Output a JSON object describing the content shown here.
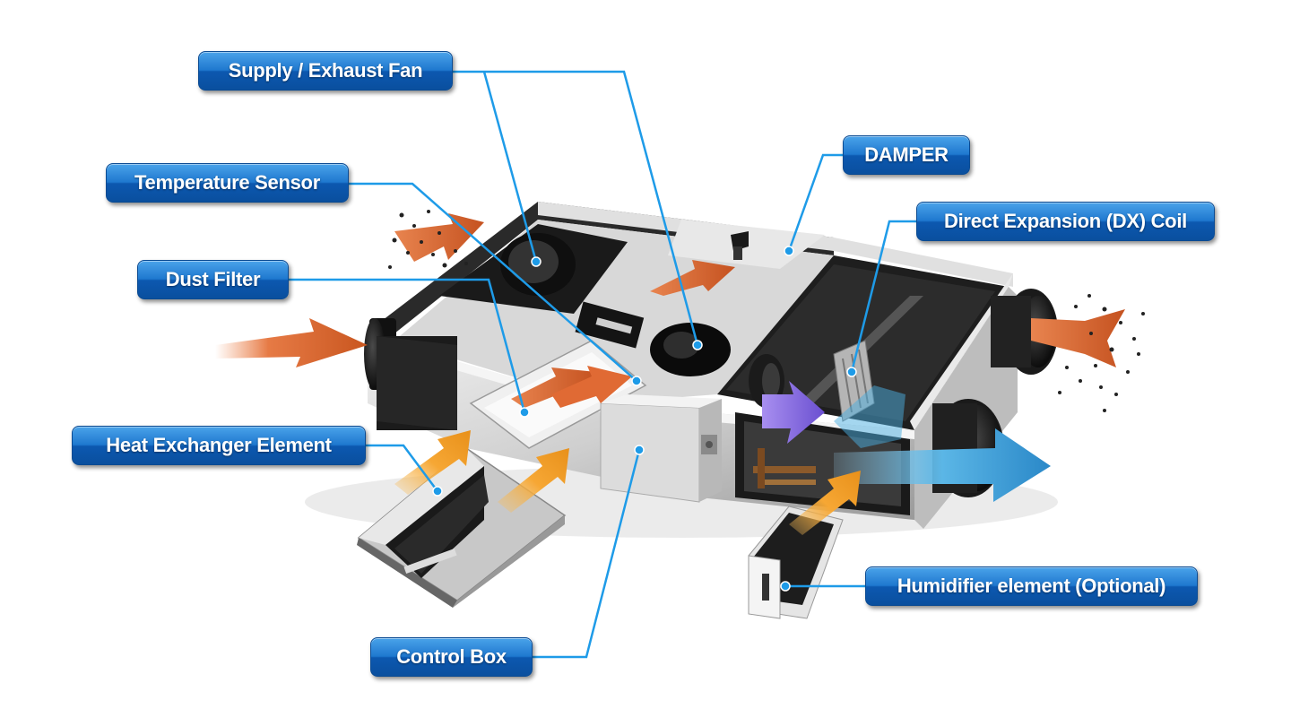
{
  "labels": {
    "supply_exhaust_fan": "Supply / Exhaust Fan",
    "temperature_sensor": "Temperature Sensor",
    "dust_filter": "Dust Filter",
    "heat_exchanger_element": "Heat Exchanger Element",
    "control_box": "Control Box",
    "damper": "DAMPER",
    "dx_coil": "Direct Expansion (DX) Coil",
    "humidifier_element": "Humidifier element (Optional)"
  },
  "colors": {
    "label_blue": "#1f78cf",
    "leader_line": "#1e9be8",
    "warm_air_arrow": "#e0703a",
    "fresh_air_arrow": "#f5a623",
    "cool_air_arrow": "#4aaee0",
    "refrigerant_arrow": "#8a6ae0"
  }
}
